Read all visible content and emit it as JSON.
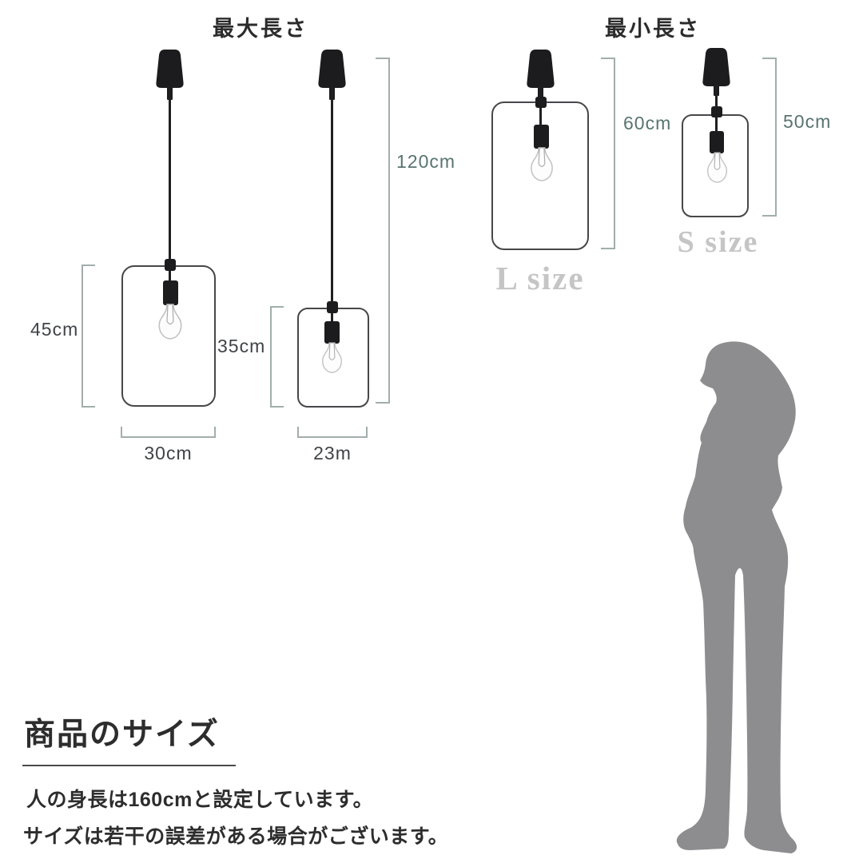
{
  "page": {
    "background": "#ffffff"
  },
  "sections": {
    "max": {
      "title": "最大長さ"
    },
    "min": {
      "title": "最小長さ"
    }
  },
  "measurements": {
    "max_total_length": "120cm",
    "max_l_frame_height": "45cm",
    "max_s_frame_height": "35cm",
    "l_frame_width": "30cm",
    "s_frame_width": "23m",
    "min_l_total_length": "60cm",
    "min_s_total_length": "50cm"
  },
  "size_labels": {
    "large": "L size",
    "small": "S size"
  },
  "footer": {
    "heading": "商品のサイズ",
    "note1": "人の身長は160cmと設定しています。",
    "note2": "サイズは若干の誤差がある場合がございます。"
  },
  "colors": {
    "lamp_black": "#1c1c1e",
    "frame_wire": "#47474a",
    "bracket_line": "#a2aeac",
    "dimension_text_dark": "#3f4446",
    "dimension_text_teal": "#587470",
    "size_label_gray": "#c5c5c5",
    "silhouette_gray": "#8d8d90",
    "text_dark": "#2d2d2d"
  }
}
